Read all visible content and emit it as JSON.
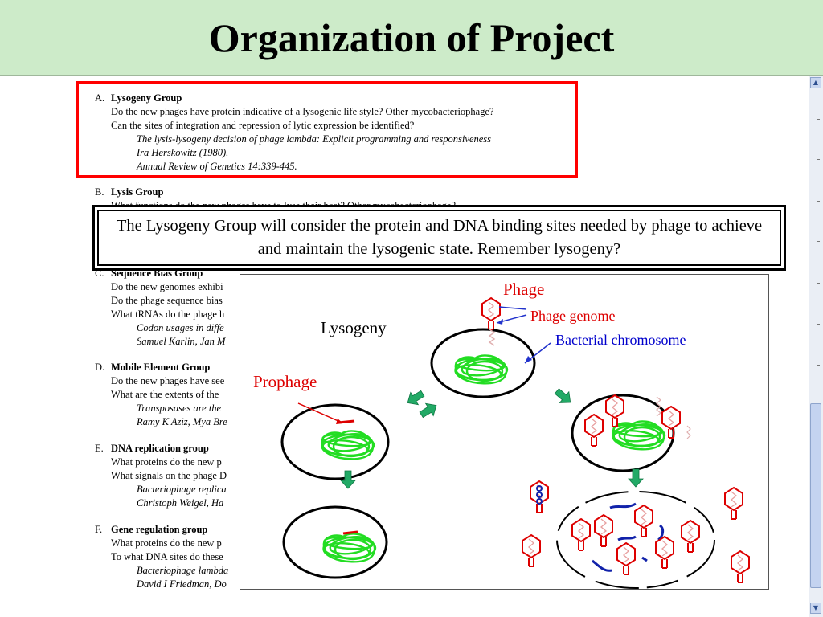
{
  "slide": {
    "title": "Organization of Project"
  },
  "document": {
    "sections": [
      {
        "letter": "A.",
        "heading": "Lysogeny Group",
        "questions": [
          "Do the new phages have protein indicative of a lysogenic life style? Other mycobacteriophage?",
          "Can the sites of integration and repression of lytic expression be identified?"
        ],
        "references": [
          "The lysis-lysogeny decision of phage lambda: Explicit programming and responsiveness",
          "Ira Herskowitz (1980).",
          "Annual Review of Genetics 14:339-445."
        ]
      },
      {
        "letter": "B.",
        "heading": "Lysis Group",
        "questions": [
          "What functions do the new phages have to lyse their host? Other mycobacteriophage?"
        ],
        "references": []
      },
      {
        "letter": "C.",
        "heading": "Sequence Bias Group",
        "questions": [
          "Do the new genomes exhibi",
          "Do the phage sequence bias",
          "What tRNAs do the phage h"
        ],
        "references": [
          "Codon usages in diffe",
          "Samuel Karlin, Jan M"
        ]
      },
      {
        "letter": "D.",
        "heading": "Mobile Element Group",
        "questions": [
          "Do the new phages have see",
          "What are the extents of the"
        ],
        "references": [
          "Transposases are the",
          "Ramy K Aziz, Mya Bre"
        ]
      },
      {
        "letter": "E.",
        "heading": "DNA replication group",
        "questions": [
          "What proteins do the new p",
          "What signals on the phage D"
        ],
        "references": [
          "Bacteriophage replica",
          "Christoph Weigel, Ha"
        ]
      },
      {
        "letter": "F.",
        "heading": "Gene regulation group",
        "questions": [
          "What proteins do the new p",
          "To what DNA sites do these"
        ],
        "references": [
          "Bacteriophage lambda",
          "David I Friedman, Do"
        ]
      }
    ]
  },
  "callout": {
    "text": "The Lysogeny Group will consider the protein and DNA binding sites needed by phage to achieve and maintain the lysogenic state.  Remember lysogeny?"
  },
  "figure": {
    "labels": {
      "phage": "Phage",
      "phage_genome": "Phage genome",
      "bacterial_chromosome": "Bacterial chromosome",
      "lysogeny": "Lysogeny",
      "prophage": "Prophage"
    }
  },
  "scrollbar": {
    "up_icon": "arrow-up-icon",
    "down_icon": "arrow-down-icon"
  },
  "colors": {
    "slide_bg": "#cdebc9",
    "highlight": "#ff0000",
    "chromosome": "#22dd22",
    "phage": "#dd0000",
    "phage_label": "#dd0000",
    "chromosome_label": "#0000cc",
    "arrow": "#22aa66"
  }
}
